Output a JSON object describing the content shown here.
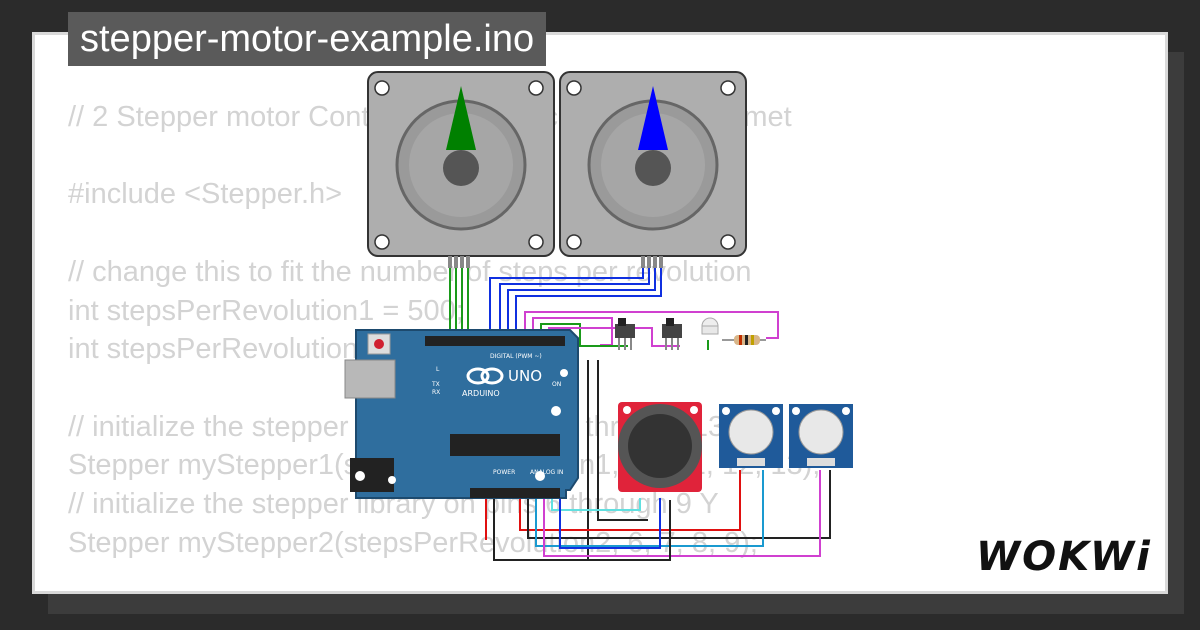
{
  "title": "stepper-motor-example.ino",
  "code_lines": [
    "// 2 Stepper motor Control with Joystick and Potentiomet",
    "",
    "#include <Stepper.h>",
    "",
    "// change this to fit the number of steps per revolution",
    "int stepsPerRevolution1 = 500;",
    "int stepsPerRevolution2 = 500;",
    "",
    "// initialize the stepper library on pins 10 through 13 X",
    "Stepper myStepper1(stepsPerRevolution1, 10, 11, 12, 13);",
    "// initialize the stepper library on pins 6 through 9 Y",
    "Stepper myStepper2(stepsPerRevolution2, 6, 7, 8, 9);"
  ],
  "logo": "WOKWi",
  "board": {
    "name": "UNO",
    "brand": "ARDUINO",
    "digital_label": "DIGITAL (PWM ~)",
    "power_label": "POWER",
    "analog_label": "ANALOG IN",
    "on_label": "ON",
    "tx_label": "TX",
    "rx_label": "RX",
    "l_label": "L"
  },
  "colors": {
    "card": "#ffffff",
    "background": "#2b2b2b",
    "code_text": "#d3d3d3",
    "title_bg": "#5a5a5a",
    "motor1_pointer": "#008000",
    "motor2_pointer": "#0000ff",
    "board": "#2f6e9e",
    "potentiometer": "#1f5a9a",
    "joystick": "#e0233a"
  }
}
